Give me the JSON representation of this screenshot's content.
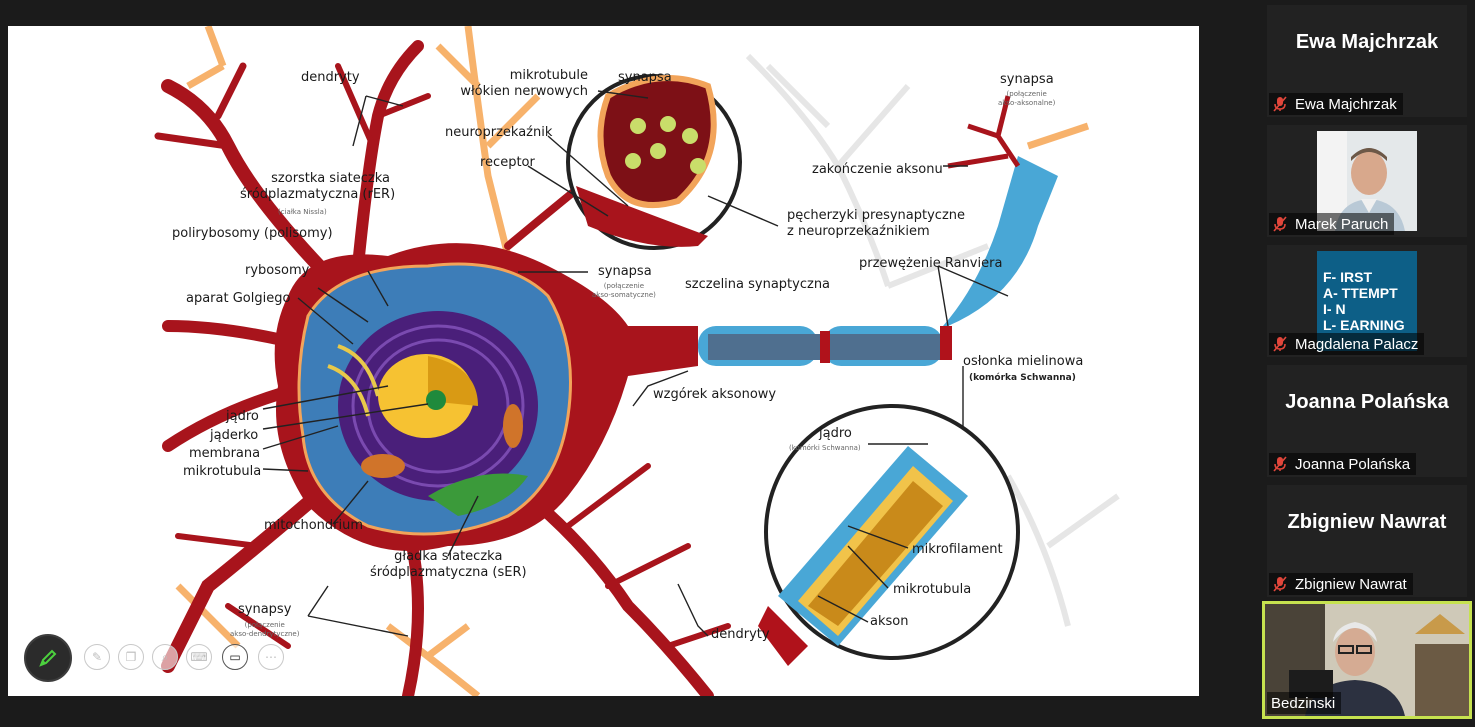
{
  "slide": {
    "labels": {
      "dendryty_top": "dendryty",
      "mikrotubule": "mikrotubule\nwłókien nerwowych",
      "synapsa_top": "synapsa",
      "neuroprzekaznik": "neuroprzekaźnik",
      "receptor": "receptor",
      "szorstka": "szorstka siateczka\nśródplazmatyczna (rER)",
      "szorstka_sub": "(ciałka Nissla)",
      "polirybosomy": "polirybosomy (polisomy)",
      "rybosomy": "rybosomy",
      "aparat": "aparat Golgiego",
      "jadro": "jądro",
      "jaderko": "jąderko",
      "membrana": "membrana",
      "mikrotubula_left": "mikrotubula",
      "mitochondrium": "mitochondrium",
      "gladka": "gładka siateczka\nśródplazmatyczna (sER)",
      "synapsy": "synapsy",
      "synapsy_sub": "(połączenie\nakso-dendrytyczne)",
      "synapsa_mid": "synapsa",
      "synapsa_mid_sub": "(połączenie\nakso-somatyczne)",
      "szczelina": "szczelina synaptyczna",
      "pecherzyki": "pęcherzyki presynaptyczne\nz neuroprzekaźnikiem",
      "synapsa_right": "synapsa",
      "synapsa_right_sub": "(połączenie\nakso-aksonalne)",
      "zakonczenie": "zakończenie aksonu",
      "przewezenie": "przewężenie Ranviera",
      "oslonka": "osłonka mielinowa",
      "oslonka_sub": "(komórka Schwanna)",
      "wzgorek": "wzgórek aksonowy",
      "jadro_right": "jądro",
      "jadro_right_sub": "(komórki Schwanna)",
      "mikrofilament": "mikrofilament",
      "mikrotubula_right": "mikrotubula",
      "akson": "akson",
      "dendryty_bottom": "dendryty"
    }
  },
  "participants": [
    {
      "name": "Ewa Majchrzak",
      "display": "Ewa Majchrzak",
      "video": false,
      "muted": true
    },
    {
      "name": "Marek Paruch",
      "video": true,
      "muted": true
    },
    {
      "name": "Magdalena Palacz",
      "video": true,
      "muted": true,
      "card_lines": [
        "F- IRST",
        "A- TTEMPT",
        "I- N",
        "L- EARNING"
      ]
    },
    {
      "name": "Joanna Polańska",
      "display": "Joanna Polańska",
      "video": false,
      "muted": true
    },
    {
      "name": "Zbigniew Nawrat",
      "display": "Zbigniew Nawrat",
      "video": false,
      "muted": true
    }
  ],
  "active_speaker": {
    "name": "Bedzinski"
  },
  "colors": {
    "accent": "#c6e24f",
    "muted": "#e0463b",
    "neuron": "#a8141c"
  }
}
